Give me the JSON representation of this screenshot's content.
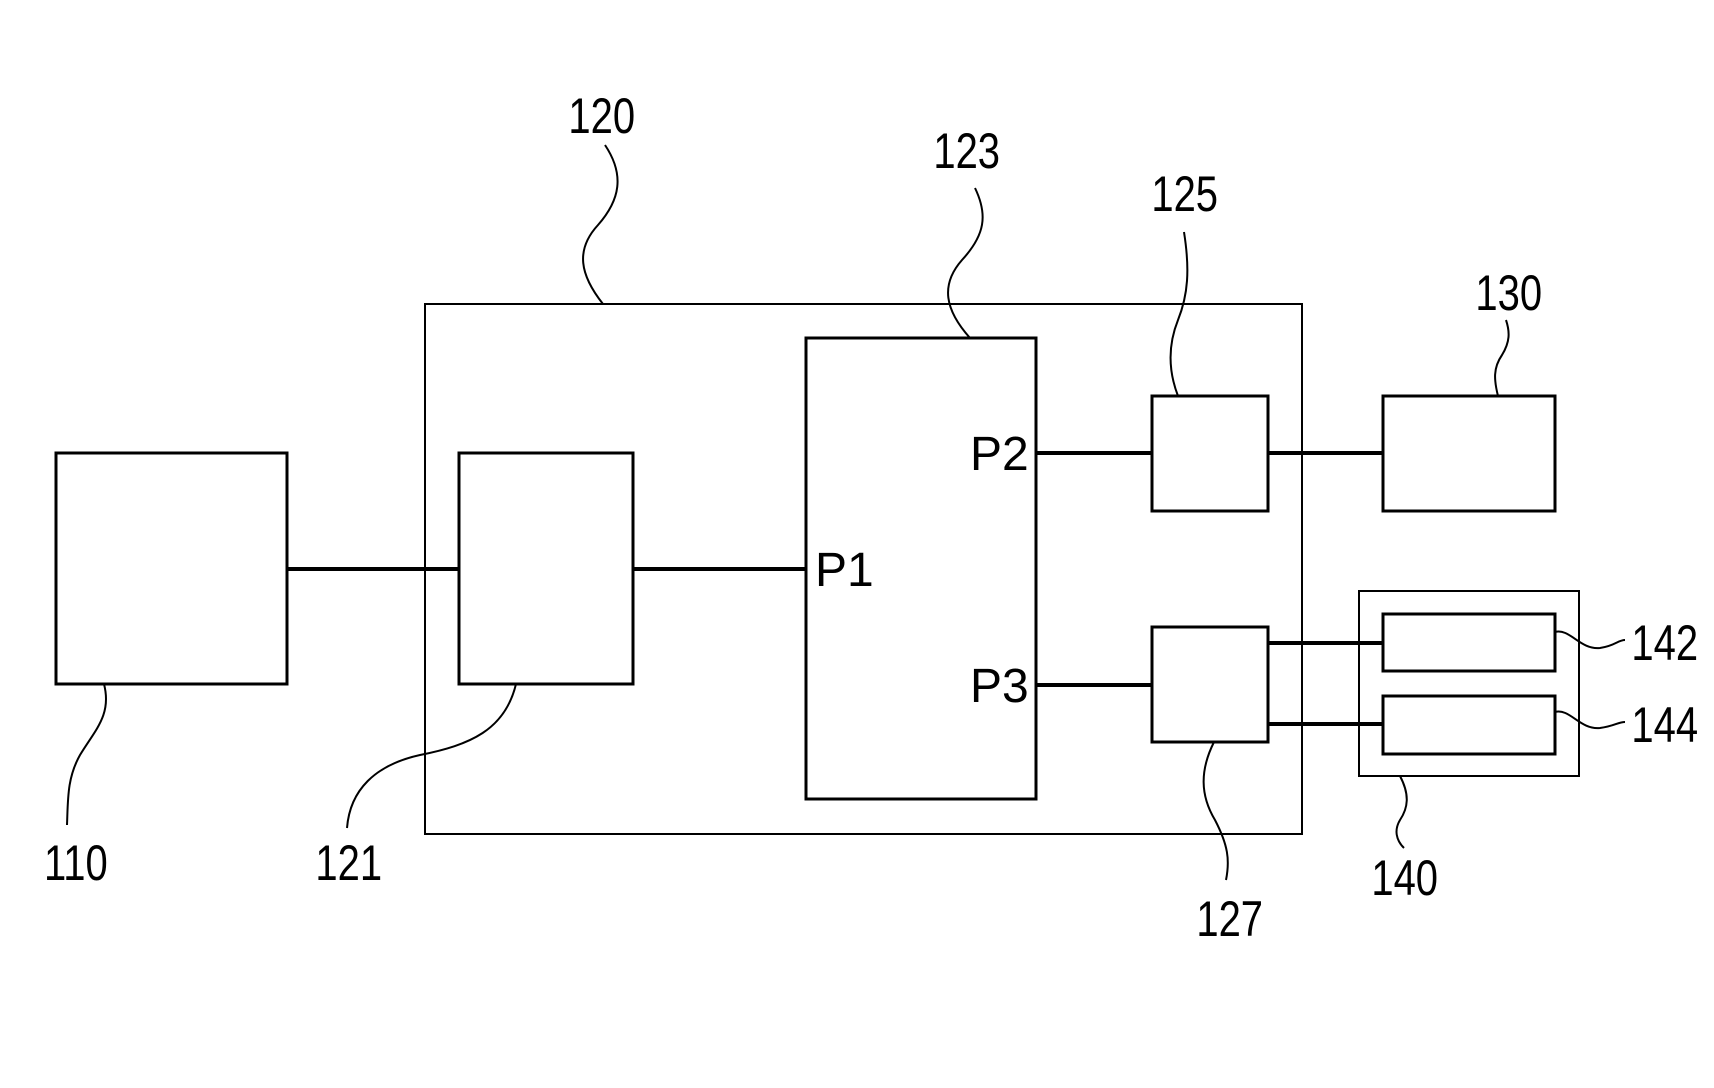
{
  "figure": {
    "references": {
      "r110": "110",
      "r120": "120",
      "r121": "121",
      "r123": "123",
      "r125": "125",
      "r127": "127",
      "r130": "130",
      "r140": "140",
      "r142": "142",
      "r144": "144"
    },
    "ports": {
      "p1": "P1",
      "p2": "P2",
      "p3": "P3"
    }
  }
}
